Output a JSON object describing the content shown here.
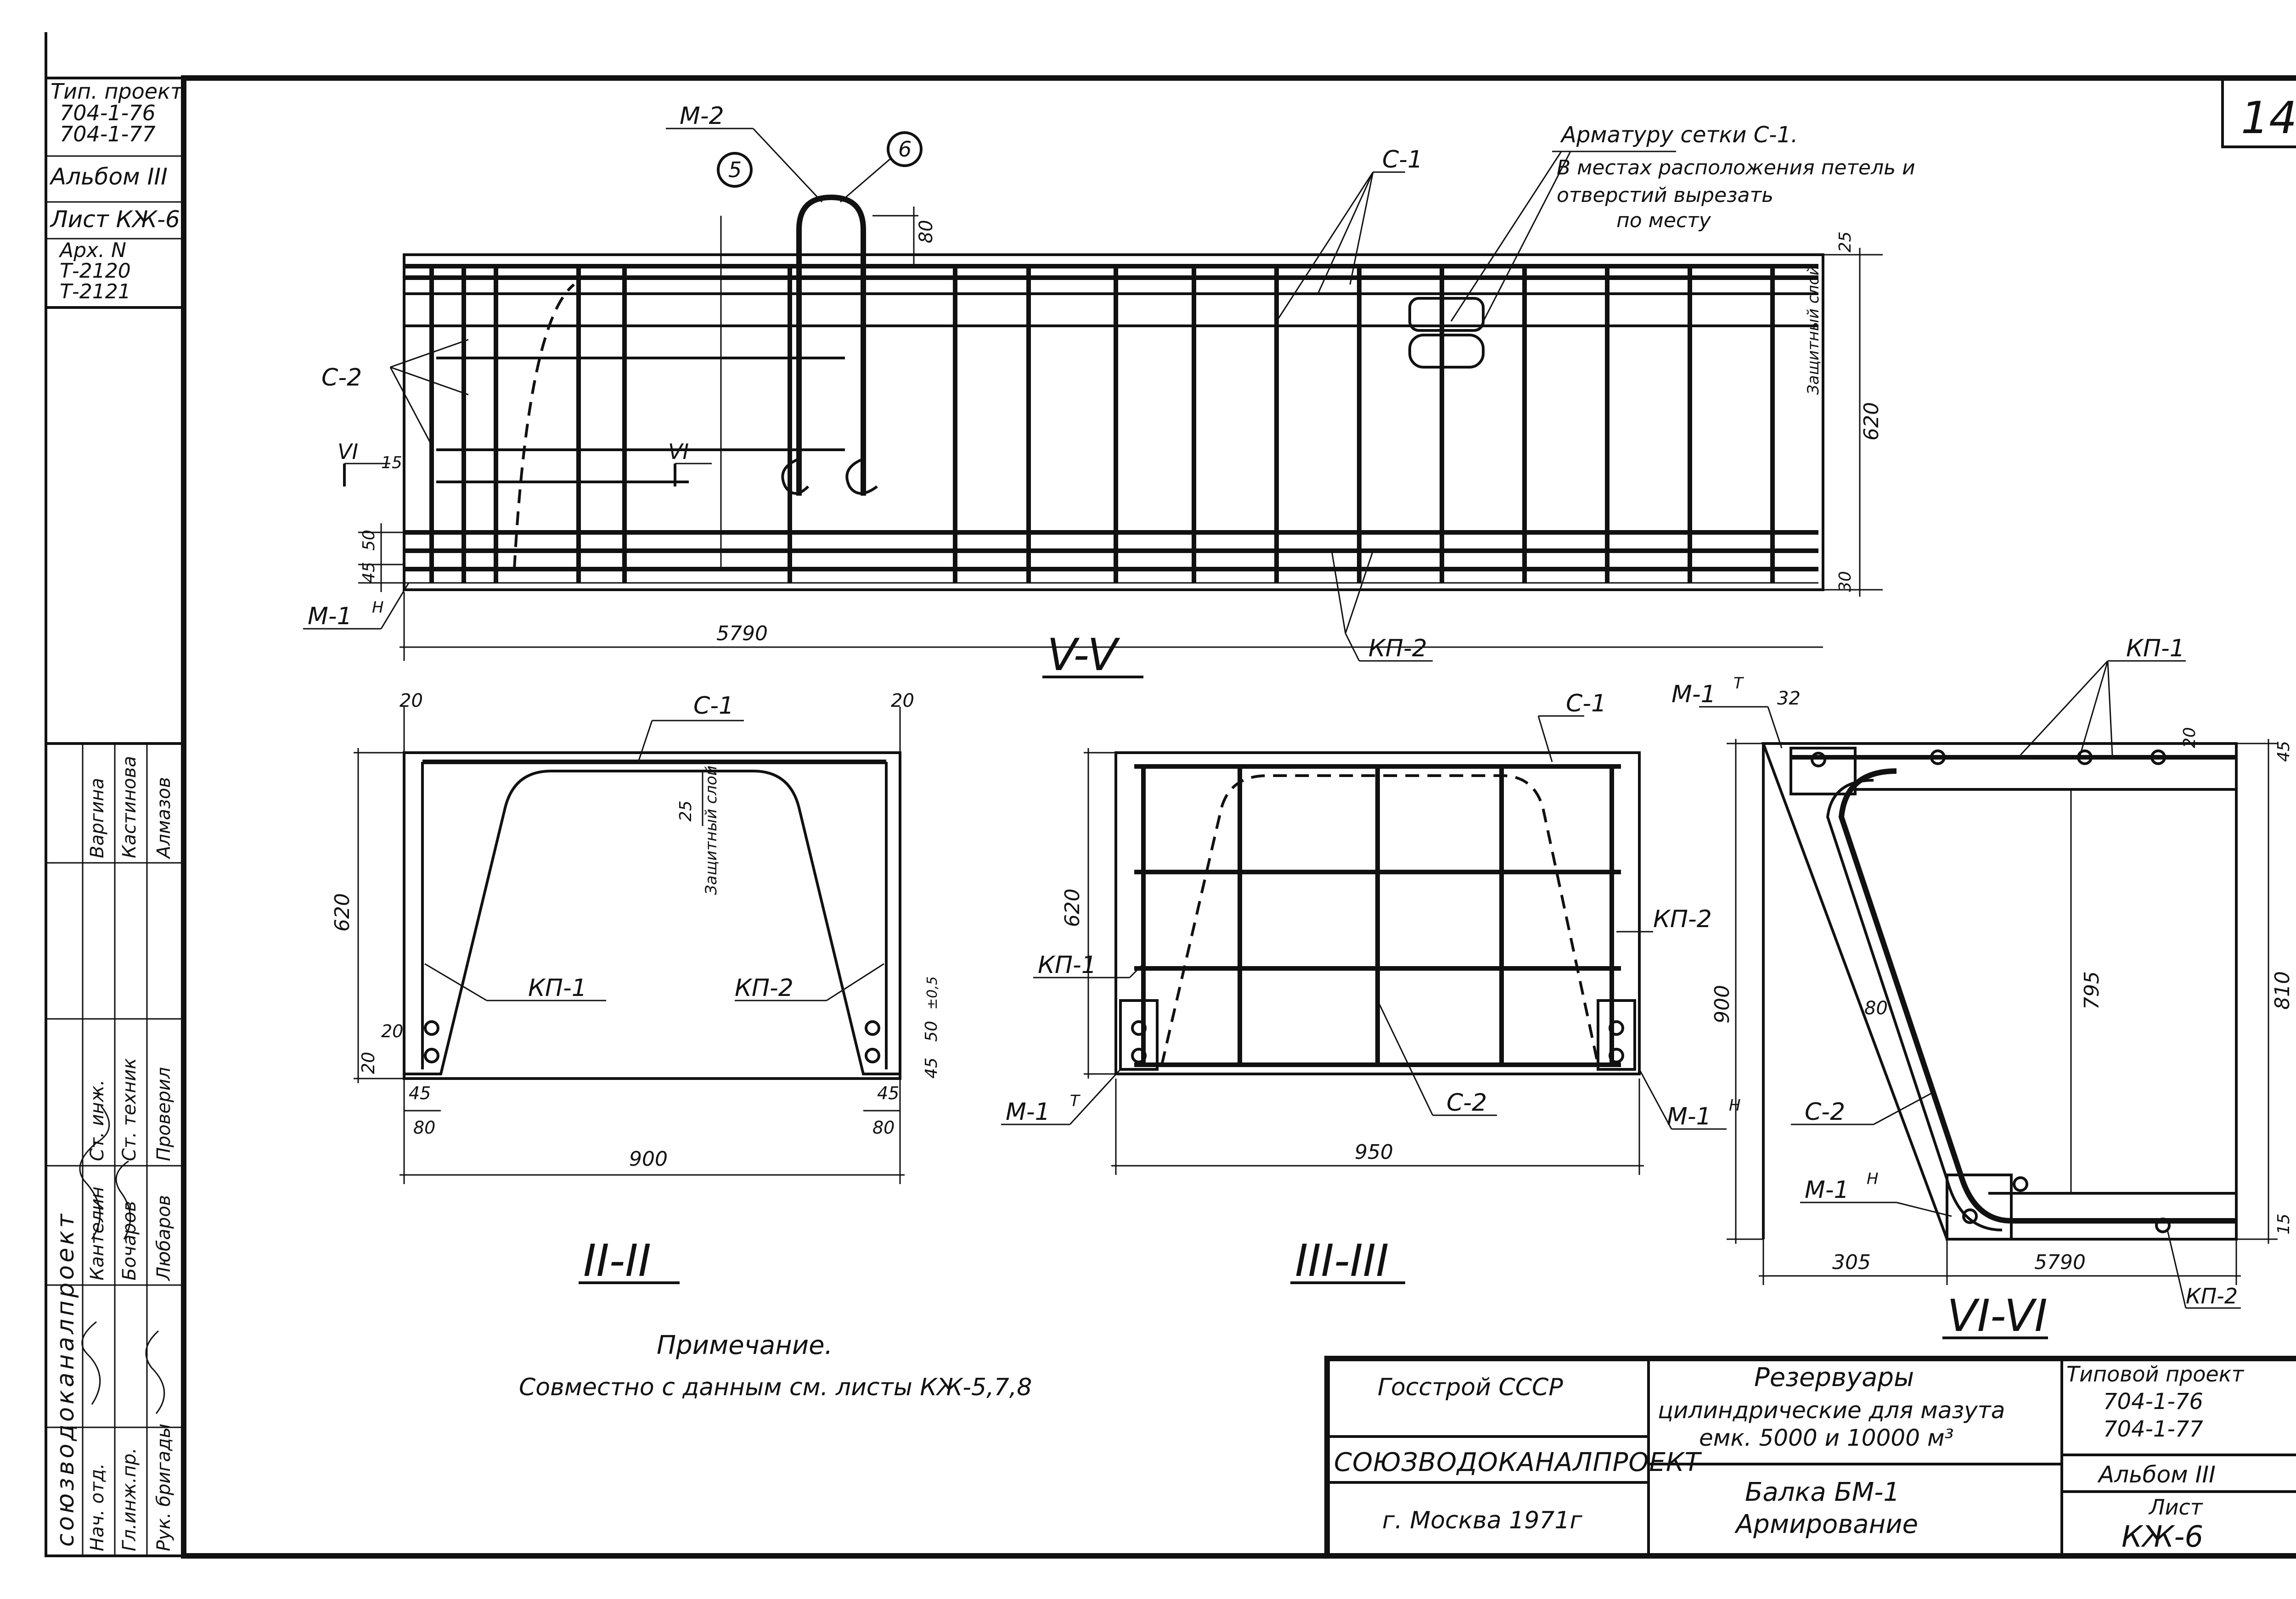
{
  "side_stamp": {
    "project_label": "Тип. проект",
    "project_numbers": [
      "704-1-76",
      "704-1-77"
    ],
    "album": "Альбом III",
    "sheet": "Лист КЖ-6",
    "archive": "Арх. N",
    "archive_numbers": [
      "Т-2120",
      "Т-2121"
    ]
  },
  "sheet_number": "14",
  "signature_block": {
    "organization": "союзводоканалпроект",
    "rows": [
      {
        "position": "Нач. отд.",
        "name": "Кантелин"
      },
      {
        "position": "Гл.инж.пр.",
        "name": "Бочаров"
      },
      {
        "position": "Рук. бригады",
        "name": "Любаров"
      },
      {
        "position": "Ст. инж.",
        "name": "Варгина"
      },
      {
        "position": "Ст. техник",
        "name": "Кастинова"
      },
      {
        "position": "Проверил",
        "name": "Алмазов"
      }
    ]
  },
  "views": {
    "v_v": {
      "title": "V-V",
      "labels": {
        "m2": "М-2",
        "c1": "С-1",
        "c2": "С-2",
        "kp2": "КП-2",
        "m1n": "М-1",
        "m1n_sup": "Н",
        "callout_5": "5",
        "callout_6": "6",
        "cut_mark": "VI",
        "cover_layer": "Защитный слой"
      },
      "note_lines": [
        "Арматуру сетки С-1.",
        "В местах расположения петель и",
        "отверстий вырезать",
        "по месту"
      ],
      "dims": {
        "d80": "80",
        "d25": "25",
        "d620": "620",
        "d15": "15",
        "d45": "45",
        "d50": "50",
        "d30": "30",
        "d5790": "5790"
      }
    },
    "ii_ii": {
      "title": "II-II",
      "labels": {
        "c1": "С-1",
        "kp1": "КП-1",
        "kp2": "КП-2",
        "cover_layer": "Защитный слой"
      },
      "dims": {
        "d20a": "20",
        "d20b": "20",
        "d620": "620",
        "d25": "25",
        "d20c": "20",
        "d20d": "20",
        "d45a": "45",
        "d80a": "80",
        "d45b": "45",
        "d80b": "80",
        "d900": "900",
        "d45c": "45",
        "d50": "50",
        "d05": "±0,5"
      }
    },
    "iii_iii": {
      "title": "III-III",
      "labels": {
        "c1": "С-1",
        "kp1": "КП-1",
        "kp2": "КП-2",
        "c2": "С-2",
        "m1t": "М-1",
        "m1t_sup": "Т",
        "m1n": "М-1",
        "m1n_sup": "Н"
      },
      "dims": {
        "d620": "620",
        "d950": "950"
      }
    },
    "vi_vi": {
      "title": "VI-VI",
      "labels": {
        "m1t": "М-1",
        "m1t_sup": "Т",
        "kp1": "КП-1",
        "c2": "С-2",
        "m1n": "М-1",
        "m1n_sup": "Н",
        "kp2": "КП-2"
      },
      "dims": {
        "d32": "32",
        "d20": "20",
        "d45": "45",
        "d900": "900",
        "d795": "795",
        "d810": "810",
        "d80": "80",
        "d15": "15",
        "d305": "305",
        "d5790": "5790"
      }
    }
  },
  "note": {
    "heading": "Примечание.",
    "text": "Совместно с данным см. листы КЖ-5,7,8"
  },
  "title_block": {
    "gosstroy": "Госстрой СССР",
    "organization": "СОЮЗВОДОКАНАЛПРОЕКТ",
    "city_year": "г. Москва 1971г",
    "project_title_lines": [
      "Резервуары",
      "цилиндрические для мазута",
      "емк. 5000 и 10000 м³"
    ],
    "drawing_title_lines": [
      "Балка БМ-1",
      "Армирование"
    ],
    "typical_project_label": "Типовой проект",
    "typical_project_numbers": [
      "704-1-76",
      "704-1-77"
    ],
    "album": "Альбом III",
    "sheet_label": "Лист",
    "sheet_code": "КЖ-6"
  }
}
